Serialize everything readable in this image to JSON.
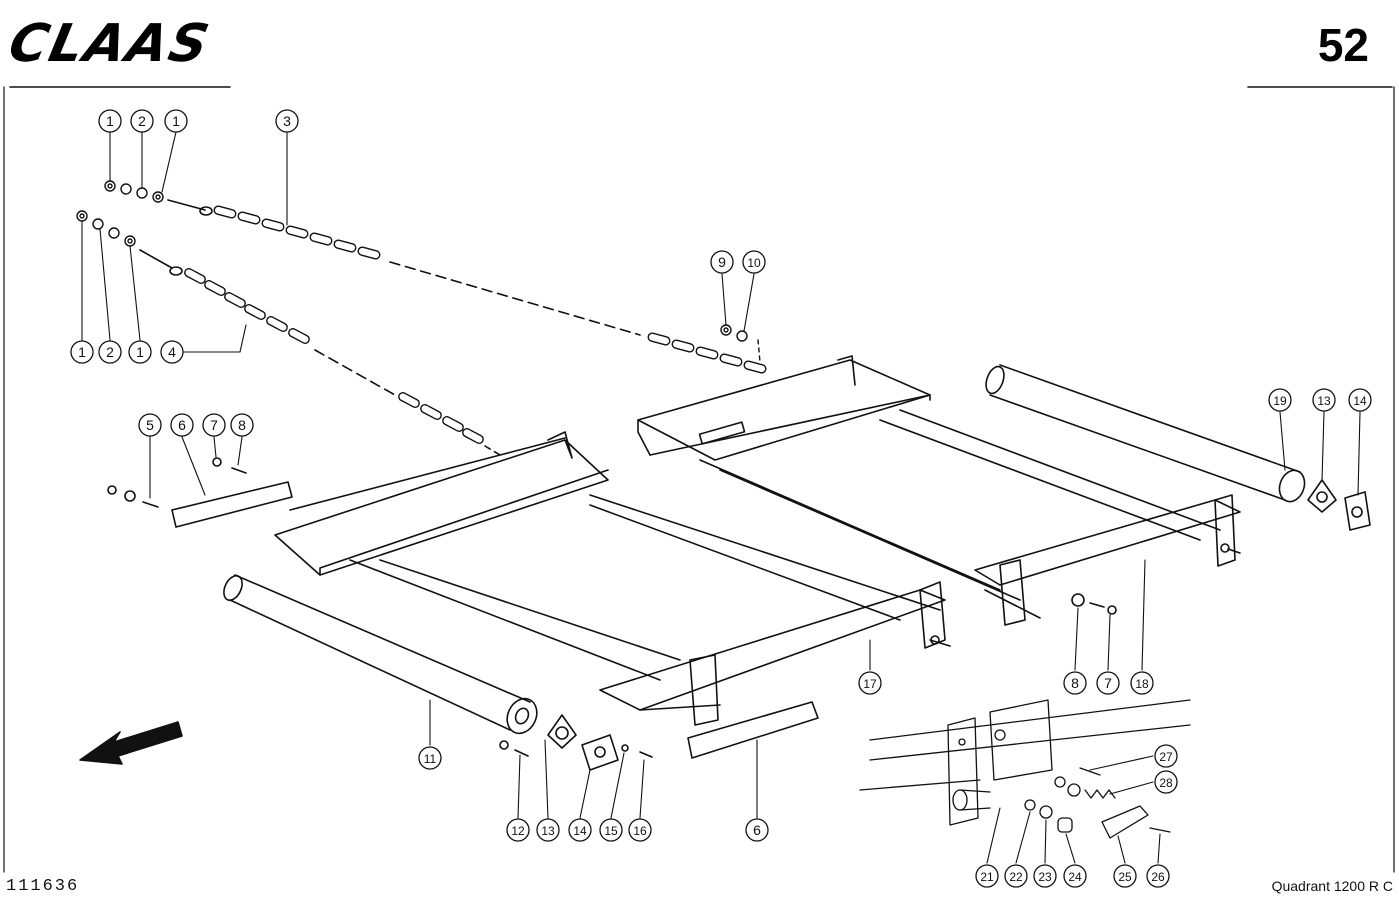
{
  "header": {
    "brand": "CLAAS",
    "page_number": "52"
  },
  "footer": {
    "drawing_number": "111636",
    "model": "Quadrant  1200 R C"
  },
  "callouts": [
    {
      "id": "c1a",
      "label": "1"
    },
    {
      "id": "c2a",
      "label": "2"
    },
    {
      "id": "c1b",
      "label": "1"
    },
    {
      "id": "c3",
      "label": "3"
    },
    {
      "id": "c1c",
      "label": "1"
    },
    {
      "id": "c2b",
      "label": "2"
    },
    {
      "id": "c1d",
      "label": "1"
    },
    {
      "id": "c4",
      "label": "4"
    },
    {
      "id": "c9",
      "label": "9"
    },
    {
      "id": "c10",
      "label": "10"
    },
    {
      "id": "c5",
      "label": "5"
    },
    {
      "id": "c6a",
      "label": "6"
    },
    {
      "id": "c7a",
      "label": "7"
    },
    {
      "id": "c8a",
      "label": "8"
    },
    {
      "id": "c19",
      "label": "19"
    },
    {
      "id": "c13a",
      "label": "13"
    },
    {
      "id": "c14a",
      "label": "14"
    },
    {
      "id": "c17",
      "label": "17"
    },
    {
      "id": "c8b",
      "label": "8"
    },
    {
      "id": "c7b",
      "label": "7"
    },
    {
      "id": "c18",
      "label": "18"
    },
    {
      "id": "c11",
      "label": "11"
    },
    {
      "id": "c12",
      "label": "12"
    },
    {
      "id": "c13b",
      "label": "13"
    },
    {
      "id": "c14b",
      "label": "14"
    },
    {
      "id": "c15",
      "label": "15"
    },
    {
      "id": "c16",
      "label": "16"
    },
    {
      "id": "c6b",
      "label": "6"
    },
    {
      "id": "c27",
      "label": "27"
    },
    {
      "id": "c28",
      "label": "28"
    },
    {
      "id": "c21",
      "label": "21"
    },
    {
      "id": "c22",
      "label": "22"
    },
    {
      "id": "c23",
      "label": "23"
    },
    {
      "id": "c24",
      "label": "24"
    },
    {
      "id": "c25",
      "label": "25"
    },
    {
      "id": "c26",
      "label": "26"
    }
  ]
}
